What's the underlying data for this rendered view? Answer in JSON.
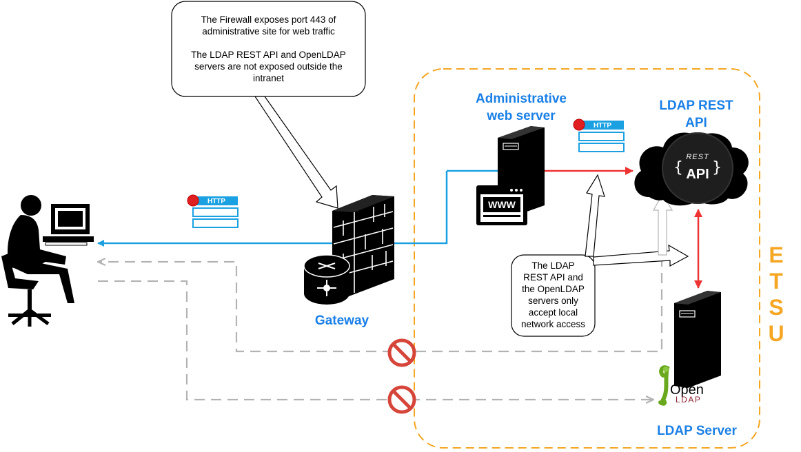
{
  "callouts": {
    "firewall_note_line1": "The Firewall exposes port 443 of",
    "firewall_note_line2": "administrative site for web traffic",
    "firewall_note_line3": "The LDAP REST API and OpenLDAP",
    "firewall_note_line4": "servers are not exposed outside the",
    "firewall_note_line5": "intranet",
    "local_note_line1": "The LDAP",
    "local_note_line2": "REST API and",
    "local_note_line3": "the OpenLDAP",
    "local_note_line4": "servers only",
    "local_note_line5": "accept local",
    "local_note_line6": "network access"
  },
  "labels": {
    "admin_server_line1": "Administrative",
    "admin_server_line2": "web server",
    "rest_api_line1": "LDAP REST",
    "rest_api_line2": "API",
    "gateway": "Gateway",
    "ldap_server": "LDAP Server",
    "etsu_letters": [
      "E",
      "T",
      "S",
      "U"
    ]
  },
  "icon_text": {
    "http_tag": "HTTP",
    "www": "WWW",
    "rest": "REST",
    "api": "API",
    "open": "Open",
    "ldap": "LDAP"
  },
  "colors": {
    "accent_blue": "#1a7fe6",
    "etsu_orange": "#f5a623",
    "red_link": "#ee3333",
    "cyan_link": "#1ba1e2",
    "dashed_gray": "#b3b3b3",
    "blocked_red": "#d6453a"
  }
}
